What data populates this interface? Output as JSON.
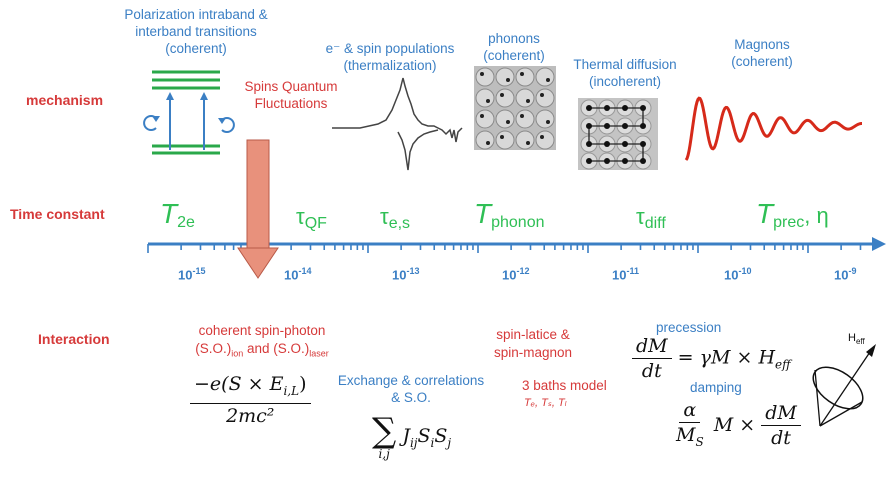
{
  "rows": {
    "mechanism": "mechanism",
    "time_constant": "Time constant",
    "interaction": "Interaction"
  },
  "mechanisms": {
    "polarization": "Polarization intraband &\ninterband transitions\n(coherent)",
    "spins_qf": "Spins Quantum\nFluctuations",
    "populations": "e⁻ & spin populations\n(thermalization)",
    "phonons": "phonons\n(coherent)",
    "thermal": "Thermal diffusion\n(incoherent)",
    "magnons": "Magnons\n(coherent)"
  },
  "time_constants": {
    "t2e_base": "T",
    "t2e_sub": "2e",
    "tqf_base": "τ",
    "tqf_sub": "QF",
    "tes_base": "τ",
    "tes_sub": "e,s",
    "tphonon_base": "T",
    "tphonon_sub": "phonon",
    "tdiff_base": "τ",
    "tdiff_sub": "diff",
    "tprec_base": "T",
    "tprec_sub": "prec",
    "tprec_sep": ",",
    "eta": "η"
  },
  "axis": {
    "ticks": [
      {
        "base": "10",
        "exp": "-15"
      },
      {
        "base": "10",
        "exp": "-14"
      },
      {
        "base": "10",
        "exp": "-13"
      },
      {
        "base": "10",
        "exp": "-12"
      },
      {
        "base": "10",
        "exp": "-11"
      },
      {
        "base": "10",
        "exp": "-10"
      },
      {
        "base": "10",
        "exp": "-9"
      }
    ]
  },
  "interactions": {
    "coherent_line1": "coherent spin-photon",
    "so_ion": "(S.O.)",
    "so_ion_sub": "ion",
    "and": " and ",
    "so_laser": "(S.O.)",
    "so_laser_sub": "laser",
    "exchange": "Exchange & correlations\n& S.O.",
    "spin_lattice": "spin-latice &\nspin-magnon",
    "three_baths": "3 baths model",
    "baths": "Tₑ, Tₛ, Tₗ",
    "precession": "precession",
    "damping": "damping",
    "heff": "H",
    "heff_sub": "eff"
  },
  "equations": {
    "photon_num": "−e(S × E",
    "photon_num_sub": "i,L",
    "photon_num_end": ")",
    "photon_den": "2mc²",
    "sum_sym": "∑",
    "sum_idx": "i,j",
    "sum_body": "J",
    "sum_body_sub": "ij",
    "sum_s1": "S",
    "sum_s1_sub": "i",
    "sum_s2": "S",
    "sum_s2_sub": "j",
    "llg_num": "dM",
    "llg_den": "dt",
    "llg_rhs": "= γM × H",
    "llg_rhs_sub": "eff",
    "damp_num": "α",
    "damp_den": "M",
    "damp_den_sub": "S",
    "damp_mid": "M ×",
    "damp_num2": "dM",
    "damp_den2": "dt"
  },
  "colors": {
    "red": "#d63a3a",
    "blue": "#3b7fc4",
    "green": "#2fbf55",
    "level_green": "#2aa84a",
    "arrow_fill": "#e8917c",
    "spectrum": "#444444",
    "magnon_wave": "#d62a1a"
  }
}
